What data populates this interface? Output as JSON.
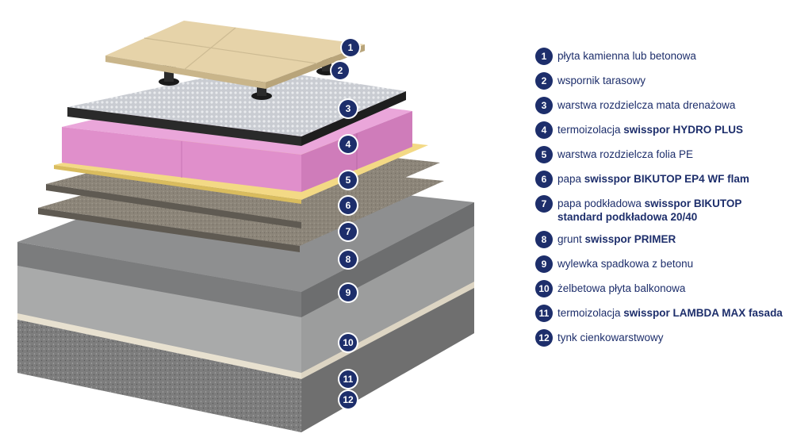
{
  "layers": [
    {
      "num": "1",
      "text": "płyta kamienna lub betonowa",
      "brand": ""
    },
    {
      "num": "2",
      "text": "wspornik tarasowy",
      "brand": ""
    },
    {
      "num": "3",
      "text": "warstwa rozdzielcza mata drenażowa",
      "brand": ""
    },
    {
      "num": "4",
      "text": "termoizolacja ",
      "brand": "swisspor HYDRO PLUS"
    },
    {
      "num": "5",
      "text": "warstwa rozdzielcza folia PE",
      "brand": ""
    },
    {
      "num": "6",
      "text": "papa ",
      "brand": "swisspor BIKUTOP EP4 WF flam"
    },
    {
      "num": "7",
      "text": "papa podkładowa ",
      "brand": "swisspor BIKUTOP standard podkładowa 20/40"
    },
    {
      "num": "8",
      "text": "grunt ",
      "brand": "swisspor PRIMER"
    },
    {
      "num": "9",
      "text": "wylewka spadkowa z betonu",
      "brand": ""
    },
    {
      "num": "10",
      "text": "żelbetowa płyta balkonowa",
      "brand": ""
    },
    {
      "num": "11",
      "text": "termoizolacja ",
      "brand": "swisspor LAMBDA MAX fasada"
    },
    {
      "num": "12",
      "text": "tynk cienkowarstwowy",
      "brand": ""
    }
  ],
  "colors": {
    "badge": "#1d2e6b",
    "tile": "#e6d3a9",
    "drainage_mat": "#c9ccd2",
    "insulation_xps": "#e59ad2",
    "pe_foil": "#f3d985",
    "membrane": "#8c8579",
    "concrete": "#b8b9b9",
    "plaster": "#8a8a8a"
  }
}
